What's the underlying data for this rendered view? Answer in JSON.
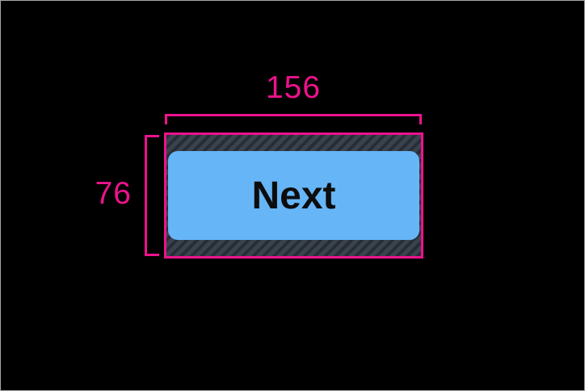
{
  "measurement": {
    "width_label": "156",
    "height_label": "76",
    "annotation_color": "#EE128D"
  },
  "button": {
    "label": "Next",
    "background_color": "#66B5F7",
    "text_color": "#0D0D0D"
  },
  "padding_overlay": {
    "base_color": "#3A434D",
    "stripe_color": "#272D36"
  },
  "canvas": {
    "background_color": "#000000",
    "border_color": "#A8A8A8"
  }
}
